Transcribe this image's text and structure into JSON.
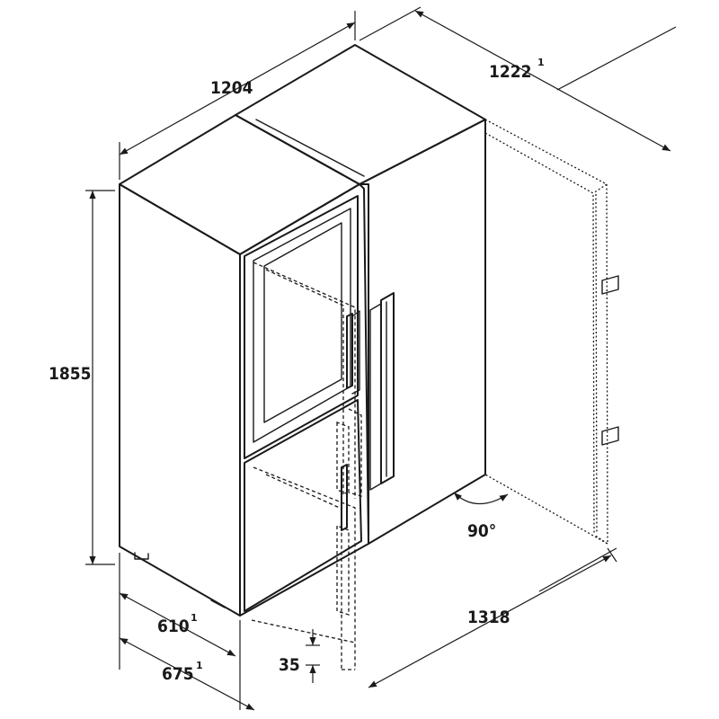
{
  "dimensions": {
    "width": {
      "value": "1204"
    },
    "depth_open": {
      "value": "1222",
      "footnote": "1"
    },
    "height": {
      "value": "1855"
    },
    "depth": {
      "value": "610",
      "footnote": "1"
    },
    "depth_with_handle": {
      "value": "675",
      "footnote": "1"
    },
    "door_recess": {
      "value": "35"
    },
    "door_swing_clearance": {
      "value": "1318"
    },
    "door_opening_angle": {
      "value": "90°"
    }
  }
}
